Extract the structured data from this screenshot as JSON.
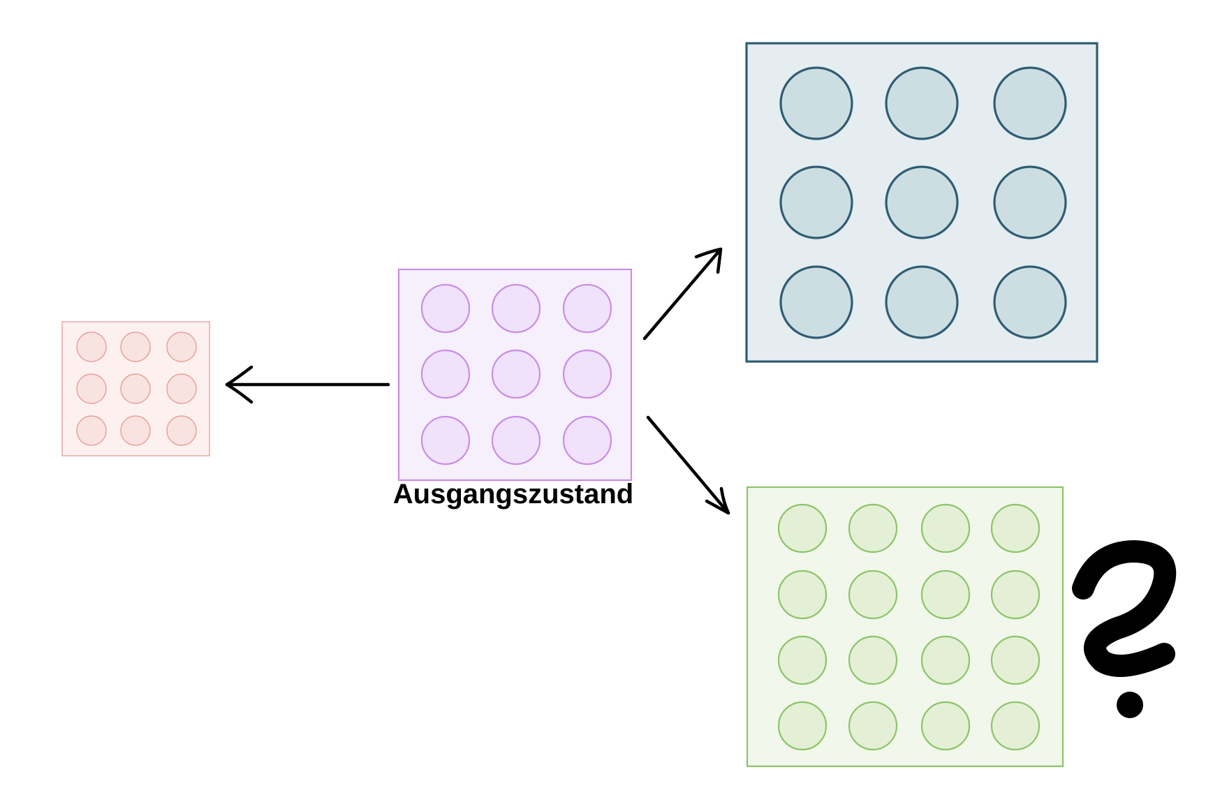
{
  "diagram": {
    "caption": "Ausgangszustand",
    "question_mark": "?",
    "panels": [
      {
        "id": "initial",
        "name": "initial-state-panel",
        "rows": 3,
        "cols": 3,
        "fill": "#f6effc",
        "stroke": "#c98ee6",
        "circle_fill": "#efe2fa",
        "circle_stroke": "#c98ee6"
      },
      {
        "id": "smaller",
        "name": "smaller-state-panel",
        "rows": 3,
        "cols": 3,
        "fill": "#fdf1f0",
        "stroke": "#eaa9a4",
        "circle_fill": "#f9e3e1",
        "circle_stroke": "#e8a09b"
      },
      {
        "id": "larger",
        "name": "larger-state-panel",
        "rows": 3,
        "cols": 3,
        "fill": "#e5edf0",
        "stroke": "#2f5d74",
        "circle_fill": "#cddee2",
        "circle_stroke": "#2f5d74"
      },
      {
        "id": "denser",
        "name": "denser-state-panel",
        "rows": 4,
        "cols": 4,
        "fill": "#f1f7ea",
        "stroke": "#8dc46a",
        "circle_fill": "#e4f0d6",
        "circle_stroke": "#8dc46a"
      }
    ],
    "arrows": [
      {
        "name": "arrow-to-smaller",
        "from": "initial",
        "to": "smaller"
      },
      {
        "name": "arrow-to-larger",
        "from": "initial",
        "to": "larger"
      },
      {
        "name": "arrow-to-denser",
        "from": "initial",
        "to": "denser"
      }
    ]
  }
}
